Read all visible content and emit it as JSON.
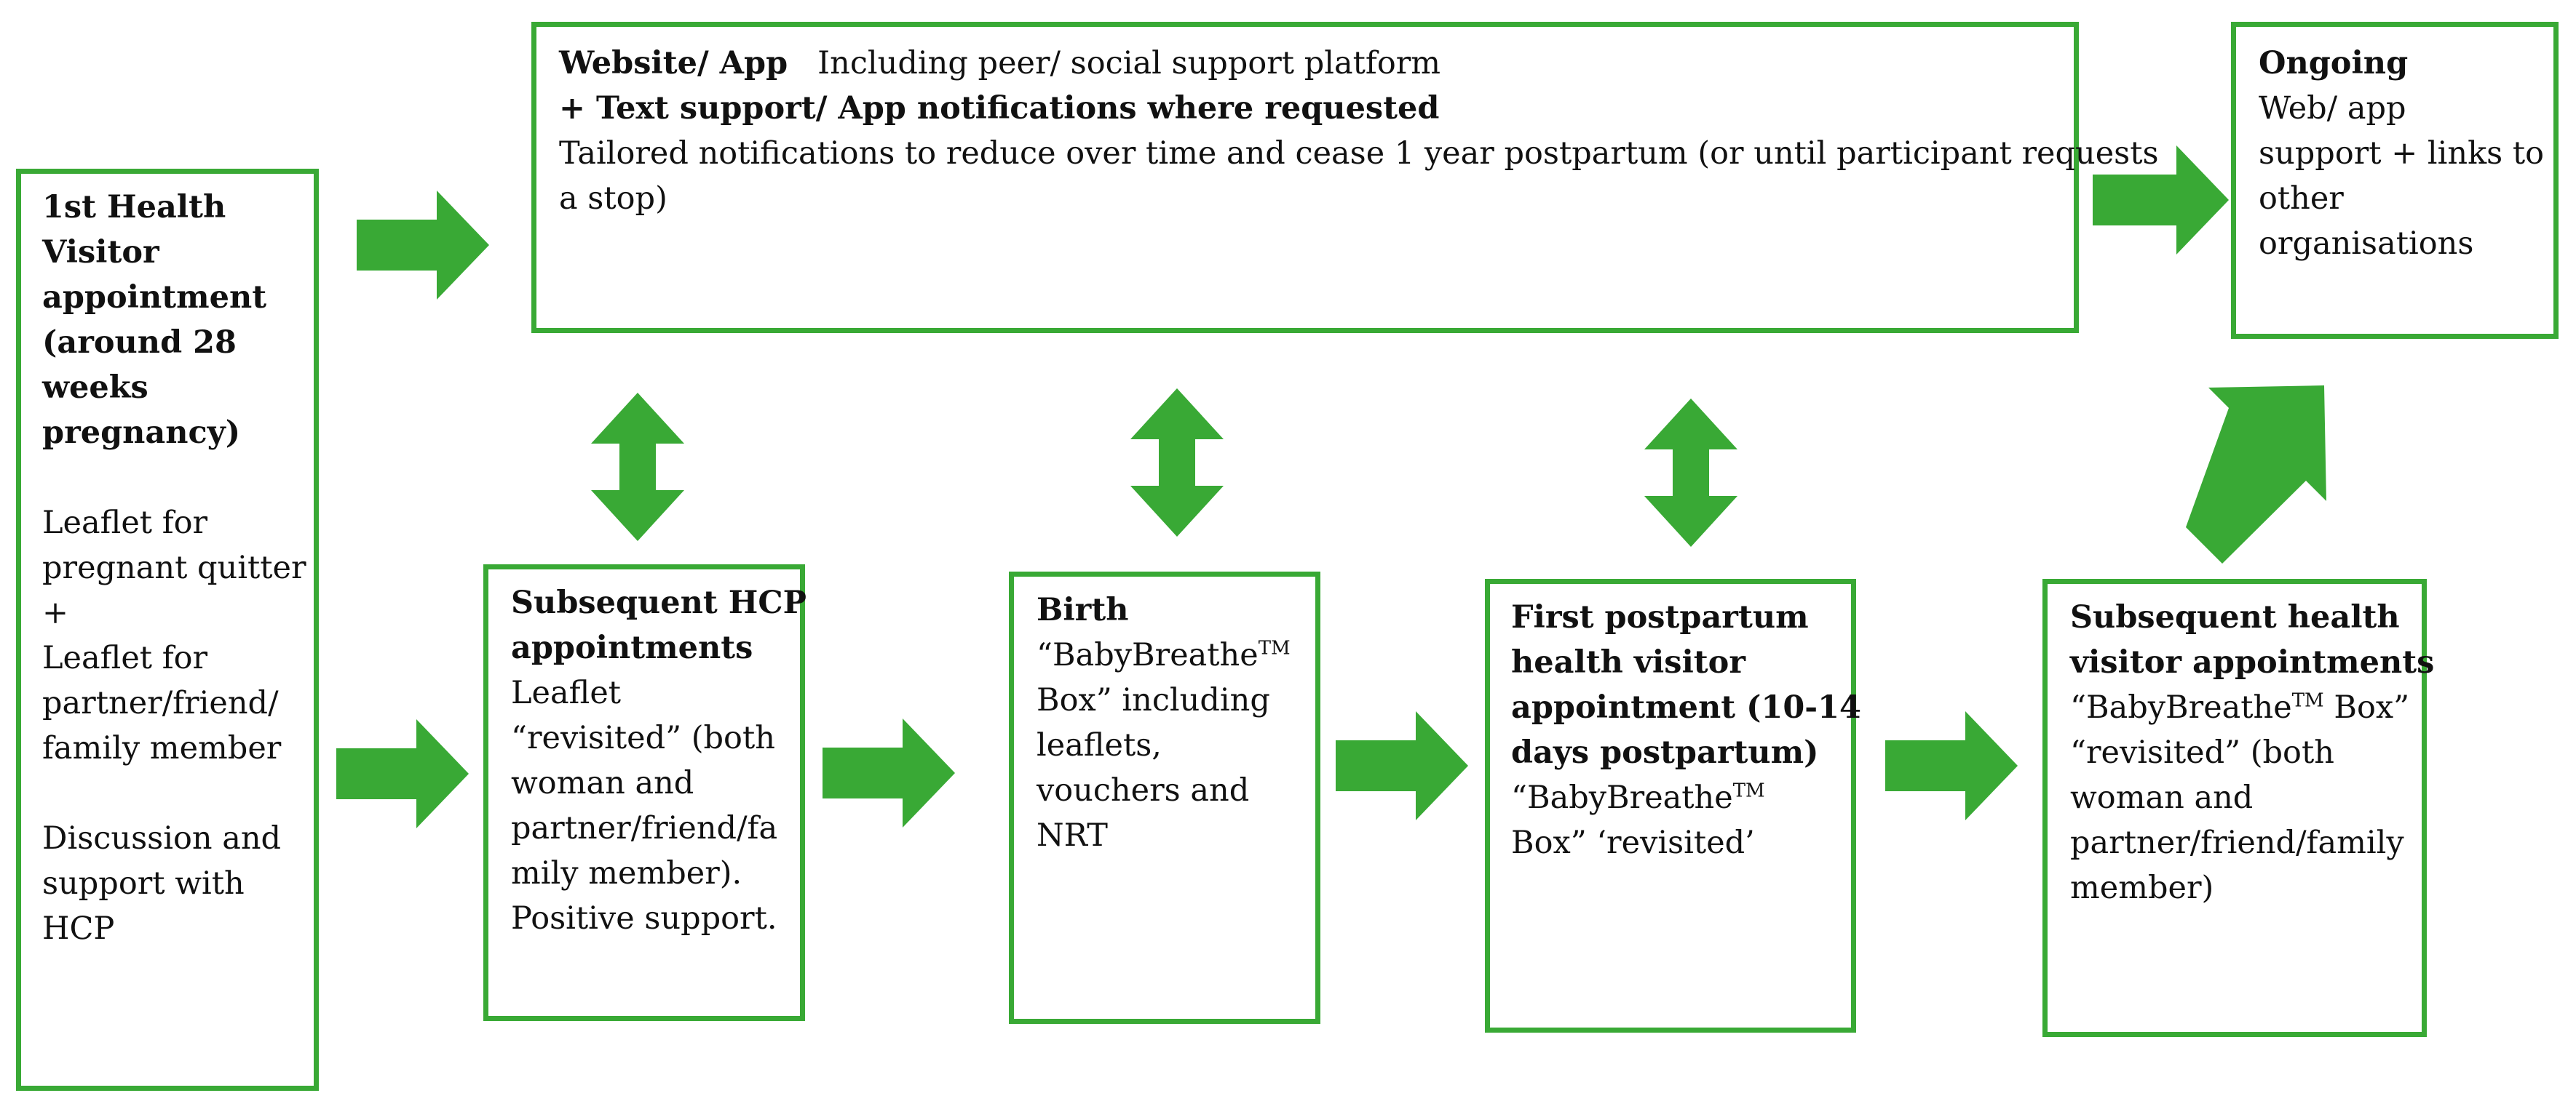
{
  "colors": {
    "accent": "#39a935",
    "text": "#111111",
    "background": "#ffffff"
  },
  "nodes": {
    "hv1": {
      "title_lines": [
        "1st Health",
        "Visitor",
        "appointment",
        "(around 28",
        "weeks",
        "pregnancy)"
      ],
      "body_lines": [
        "Leaflet for",
        "pregnant quitter",
        "+",
        "Leaflet for",
        "partner/friend/",
        "family member",
        "",
        "Discussion and",
        "support with",
        "HCP"
      ]
    },
    "website": {
      "title": "Website/ App",
      "title_suffix": "Including peer/ social support platform",
      "subtitle": "+ Text support/ App notifications where requested",
      "body_lines": [
        "Tailored notifications to reduce over time and cease 1 year postpartum (or until participant requests",
        "a stop)"
      ]
    },
    "ongoing": {
      "title": "Ongoing",
      "body_lines": [
        "Web/ app",
        "support + links to",
        "other",
        "organisations"
      ]
    },
    "hcp": {
      "title_lines": [
        "Subsequent HCP",
        "appointments"
      ],
      "body_lines": [
        "Leaflet",
        "“revisited” (both",
        "woman and",
        "partner/friend/fa",
        "mily member).",
        "Positive support."
      ]
    },
    "birth": {
      "title": "Birth",
      "line1": "“BabyBreathe",
      "tm": "TM",
      "body_lines": [
        "Box” including",
        "leaflets,",
        "vouchers and",
        "NRT"
      ]
    },
    "postpartum": {
      "title_lines": [
        "First postpartum",
        "health visitor",
        "appointment (10-14",
        "days postpartum)"
      ],
      "line1": "“BabyBreathe",
      "tm": "TM",
      "line2": "Box” ‘revisited’"
    },
    "subsequent_hv": {
      "title_lines": [
        "Subsequent health",
        "visitor appointments"
      ],
      "line1_prefix": "“BabyBreathe",
      "tm": "TM",
      "line1_suffix": " Box”",
      "body_lines": [
        "“revisited” (both",
        "woman and",
        "partner/friend/family",
        "member)"
      ]
    }
  }
}
